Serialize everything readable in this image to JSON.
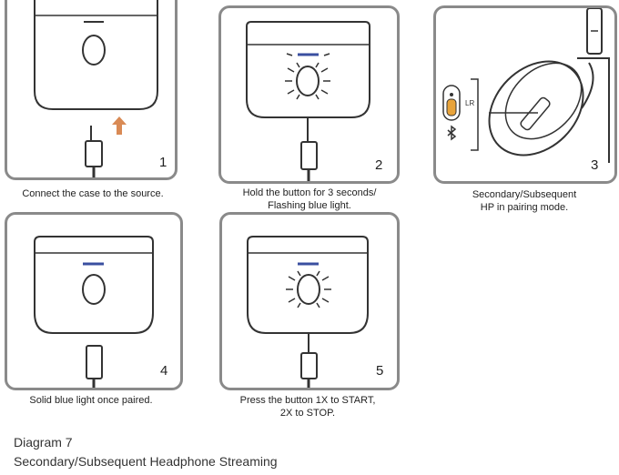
{
  "steps": [
    {
      "number": "1",
      "caption": "Connect the case to the source."
    },
    {
      "number": "2",
      "caption_line1": "Hold the button for 3 seconds/",
      "caption_line2": "Flashing blue light."
    },
    {
      "number": "3",
      "caption_line1": "Secondary/Subsequent",
      "caption_line2": "HP in pairing mode."
    },
    {
      "number": "4",
      "caption": "Solid blue light once paired."
    },
    {
      "number": "5",
      "caption_line1": "Press the button 1X to START,",
      "caption_line2": "2X to STOP."
    }
  ],
  "headphone_label": "LR",
  "footer": {
    "line1": "Diagram 7",
    "line2": "Secondary/Subsequent Headphone Streaming"
  },
  "colors": {
    "border": "#8a8a8a",
    "blue_light": "#3a4fa0",
    "arrow": "#d98a55",
    "switch": "#e8a33a"
  }
}
